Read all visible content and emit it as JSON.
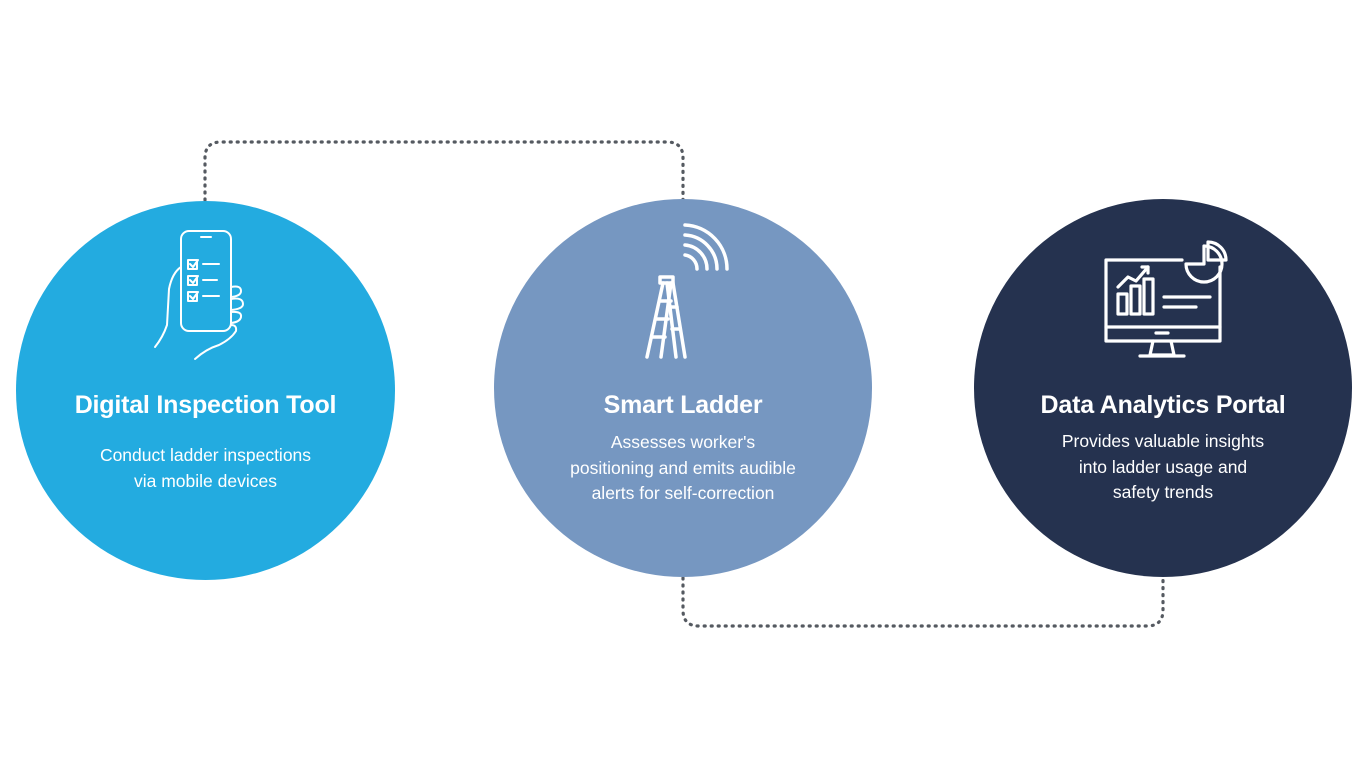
{
  "nodes": [
    {
      "title": "Digital Inspection Tool",
      "description": "Conduct ladder inspections\nvia mobile devices",
      "color": "#23abe0",
      "icon": "smartphone-checklist-icon"
    },
    {
      "title": "Smart Ladder",
      "description": "Assesses worker's\npositioning and emits audible\nalerts for self-correction",
      "color": "#7697c1",
      "icon": "ladder-signal-icon"
    },
    {
      "title": "Data Analytics Portal",
      "description": "Provides valuable insights\ninto ladder usage and\nsafety trends",
      "color": "#25324f",
      "icon": "monitor-analytics-icon"
    }
  ],
  "connector_color": "#555a61"
}
